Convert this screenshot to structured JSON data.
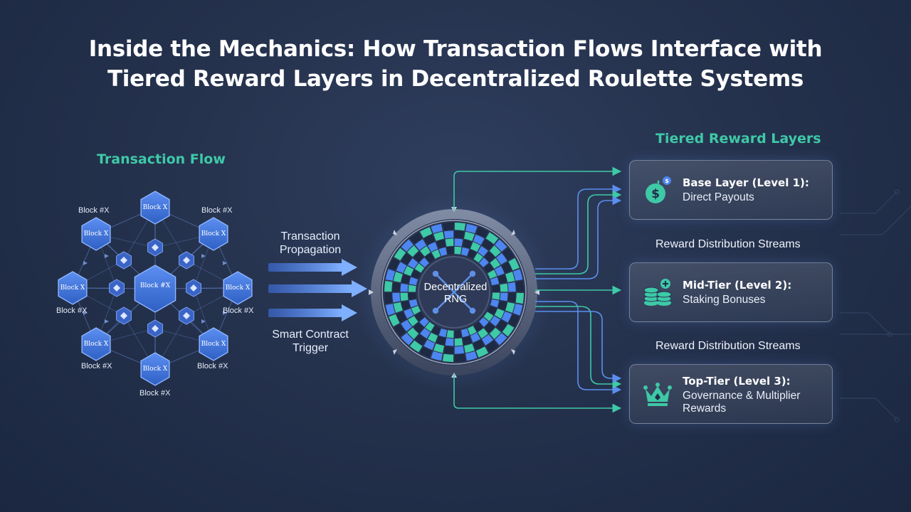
{
  "title": {
    "line1": "Inside the Mechanics: How Transaction Flows Interface with",
    "line2": "Tiered Reward Layers in Decentralized Roulette Systems"
  },
  "transaction_flow": {
    "heading": "Transaction Flow",
    "hex_text": "Block X",
    "center_hex_text": "Block #X",
    "block_label": "Block #X",
    "propagation_label": [
      "Transaction",
      "Propagation"
    ],
    "trigger_label": [
      "Smart Contract",
      "Trigger"
    ]
  },
  "rng": {
    "label": [
      "Decentralized",
      "RNG"
    ]
  },
  "rewards": {
    "heading": "Tiered Reward Layers",
    "stream_label": "Reward Distribution Streams",
    "tiers": [
      {
        "title": "Base Layer (Level 1):",
        "subtitle": [
          "Direct Payouts"
        ],
        "icon": "dollar-coin-icon"
      },
      {
        "title": "Mid-Tier (Level 2):",
        "subtitle": [
          "Staking Bonuses"
        ],
        "icon": "coin-stack-icon"
      },
      {
        "title": "Top-Tier (Level 3):",
        "subtitle": [
          "Governance & Multiplier",
          "Rewards"
        ],
        "icon": "crown-icon"
      }
    ]
  },
  "colors": {
    "teal": "#3ec9a7",
    "blue": "#4d86f0",
    "hex_fill": "#3b6fd8",
    "background": "#25324d"
  }
}
